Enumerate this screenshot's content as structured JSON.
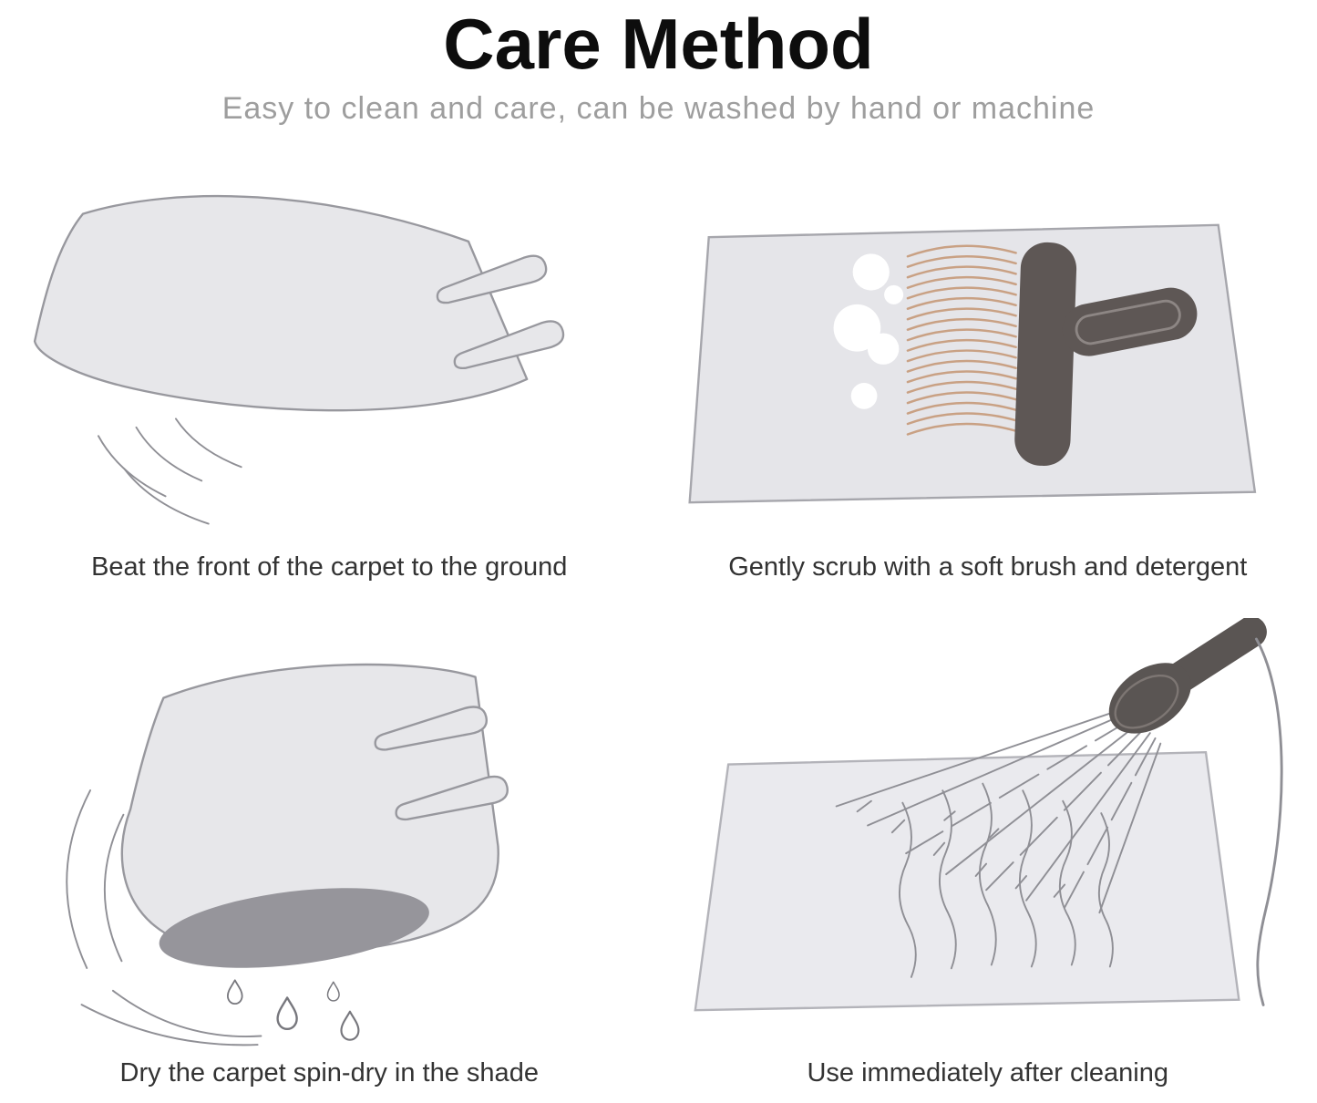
{
  "header": {
    "title": "Care Method",
    "subtitle": "Easy to clean and care, can be washed by hand or machine"
  },
  "panels": [
    {
      "id": "beat",
      "caption": "Beat the front of the carpet to the ground",
      "illustration": "carpet-beaten-against-ground"
    },
    {
      "id": "scrub",
      "caption": "Gently scrub with a soft brush and detergent",
      "illustration": "soft-brush-with-foam-on-rug"
    },
    {
      "id": "dry",
      "caption": "Dry the carpet spin-dry in the shade",
      "illustration": "rolled-carpet-spinning-with-droplets"
    },
    {
      "id": "rinse",
      "caption": "Use immediately after cleaning",
      "illustration": "shower-head-rinsing-rug"
    }
  ],
  "colors": {
    "title": "#0d0d0d",
    "subtitle": "#9e9e9e",
    "caption": "#333333",
    "carpet_fill": "#e7e7ea",
    "carpet_stroke": "#98989e",
    "rug_fill": "#e8e8ec",
    "roll_end": "#96959b",
    "dark_tool": "#5a5553",
    "bristles": "#c9a184",
    "foam": "#ffffff",
    "line": "#8f8f95"
  }
}
